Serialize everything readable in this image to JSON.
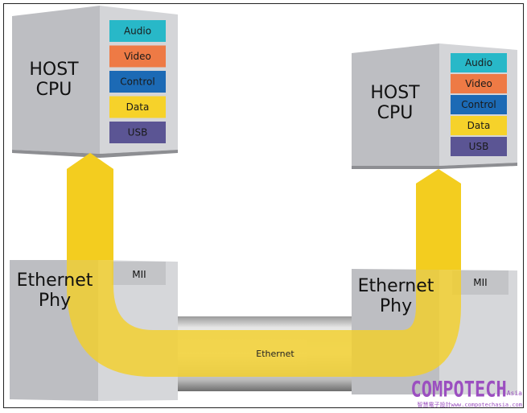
{
  "diagram": {
    "left_host": {
      "title_line1": "HOST",
      "title_line2": "CPU",
      "channels": [
        {
          "label": "Audio",
          "color": "#28b8c8"
        },
        {
          "label": "Video",
          "color": "#ee7a45"
        },
        {
          "label": "Control",
          "color": "#1c6ab5"
        },
        {
          "label": "Data",
          "color": "#f6d22a"
        },
        {
          "label": "USB",
          "color": "#5b5594"
        }
      ]
    },
    "right_host": {
      "title_line1": "HOST",
      "title_line2": "CPU",
      "channels": [
        {
          "label": "Audio",
          "color": "#28b8c8"
        },
        {
          "label": "Video",
          "color": "#ee7a45"
        },
        {
          "label": "Control",
          "color": "#1c6ab5"
        },
        {
          "label": "Data",
          "color": "#f6d22a"
        },
        {
          "label": "USB",
          "color": "#5b5594"
        }
      ]
    },
    "left_phy": {
      "title_line1": "Ethernet",
      "title_line2": "Phy",
      "port": "MII"
    },
    "right_phy": {
      "title_line1": "Ethernet",
      "title_line2": "Phy",
      "port": "MII"
    },
    "link_label": "Ethernet",
    "colors": {
      "pipe": "#f3d02a",
      "box_front": "#bdbec2",
      "box_side": "#d4d5d8"
    }
  },
  "watermark": {
    "brand": "COMPOTECH",
    "suffix": "Asia",
    "tagline": "智慧電子設計www.compotechasia.com"
  }
}
